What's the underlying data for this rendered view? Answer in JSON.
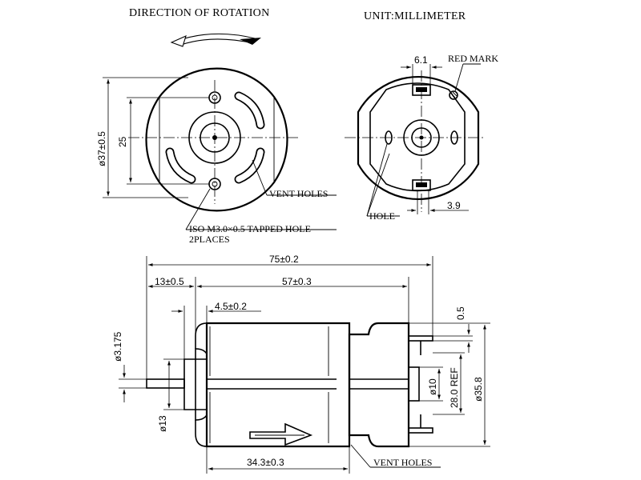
{
  "header": {
    "rotation_title": "DIRECTION OF ROTATION",
    "unit_label": "UNIT:MILLIMETER"
  },
  "front_view": {
    "dia_outer": "ø37±0.5",
    "hole_spacing": "25",
    "vent_holes_label": "VENT HOLES",
    "tapped_hole_line1": "ISO M3.0×0.5 TAPPED HOLE",
    "tapped_hole_line2": "2PLACES"
  },
  "rear_view": {
    "terminal_width": "6.1",
    "red_mark_label": "RED MARK",
    "hole_label": "HOLE",
    "terminal_offset": "3.9"
  },
  "side_view": {
    "overall_length": "75±0.2",
    "shaft_length": "13±0.5",
    "body_length": "57±0.3",
    "boss_length": "4.5±0.2",
    "terminal_thickness": "0.5",
    "shaft_dia": "ø3.175",
    "boss_dia": "ø13",
    "bearing_dia": "ø10",
    "terminal_span": "28.0 REF",
    "body_dia": "ø35.8",
    "can_length": "34.3±0.3",
    "vent_holes_label": "VENT HOLES"
  }
}
